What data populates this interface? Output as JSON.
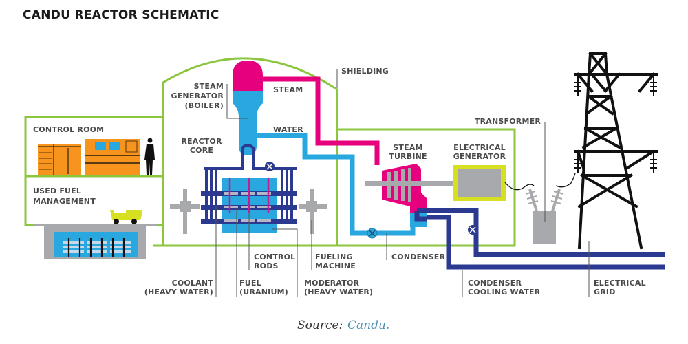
{
  "title": "CANDU REACTOR SCHEMATIC",
  "labels": {
    "control_room": "CONTROL ROOM",
    "used_fuel": [
      "USED FUEL",
      "MANAGEMENT"
    ],
    "steam_generator": [
      "STEAM",
      "GENERATOR",
      "(BOILER)"
    ],
    "reactor_core": [
      "REACTOR",
      "CORE"
    ],
    "steam": "STEAM",
    "water": "WATER",
    "shielding": "SHIELDING",
    "steam_turbine": [
      "STEAM",
      "TURBINE"
    ],
    "electrical_generator": [
      "ELECTRICAL",
      "GENERATOR"
    ],
    "transformer": "TRANSFORMER",
    "control_rods": [
      "CONTROL",
      "RODS"
    ],
    "fueling_machine": [
      "FUELING",
      "MACHINE"
    ],
    "condenser": "CONDENSER",
    "coolant": [
      "COOLANT",
      "(HEAVY WATER)"
    ],
    "fuel": [
      "FUEL",
      "(URANIUM)"
    ],
    "moderator": [
      "MODERATOR",
      "(HEAVY WATER)"
    ],
    "condenser_cooling_water": [
      "CONDENSER",
      "COOLING WATER"
    ],
    "electrical_grid": [
      "ELECTRICAL",
      "GRID"
    ]
  },
  "source": {
    "prefix": "Source:",
    "link": "Candu."
  },
  "colors": {
    "building_outline": "#8cc63f",
    "steam": "#e6007e",
    "water": "#29a8e0",
    "heavy_water": "#2b3990",
    "equipment_orange": "#f7941d",
    "generator_yellow": "#d7df23",
    "equipment_gray": "#a7a9ac",
    "tower_black": "#111111"
  }
}
